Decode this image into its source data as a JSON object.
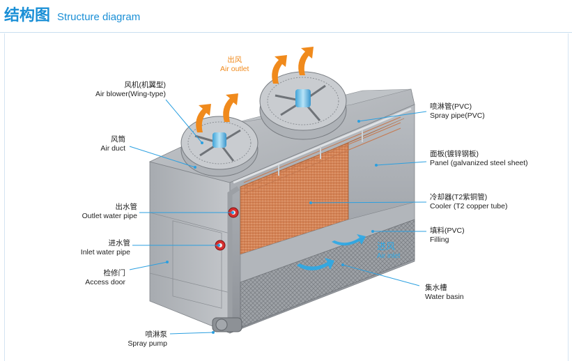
{
  "header": {
    "title_cn": "结构图",
    "title_en": "Structure diagram"
  },
  "labels": {
    "air_outlet": {
      "cn": "出风",
      "en": "Air outlet"
    },
    "air_blower": {
      "cn": "风机(机翼型)",
      "en": "Air blower(Wing-type)"
    },
    "air_duct": {
      "cn": "风筒",
      "en": "Air duct"
    },
    "outlet_pipe": {
      "cn": "出水管",
      "en": "Outlet water pipe"
    },
    "inlet_pipe": {
      "cn": "进水管",
      "en": "Inlet water pipe"
    },
    "access_door": {
      "cn": "检修门",
      "en": "Access door"
    },
    "spray_pump": {
      "cn": "喷淋泵",
      "en": "Spray pump"
    },
    "spray_pipe": {
      "cn": "喷淋管(PVC)",
      "en": "Spray pipe(PVC)"
    },
    "panel": {
      "cn": "面板(镀锌钢板)",
      "en": "Panel (galvanized steel sheet)"
    },
    "cooler": {
      "cn": "冷却器(T2紫铜管)",
      "en": "Cooler (T2 copper tube)"
    },
    "filling": {
      "cn": "填料(PVC)",
      "en": "Filling"
    },
    "air_inlet": {
      "cn": "进风",
      "en": "Air inlet"
    },
    "water_basin": {
      "cn": "集水槽",
      "en": "Water basin"
    }
  },
  "colors": {
    "accent": "#1a8fd6",
    "arrow": "#f08a1c",
    "leader": "#2a9fe0",
    "copper": "#d9875a",
    "steel": "#a9adb2"
  }
}
